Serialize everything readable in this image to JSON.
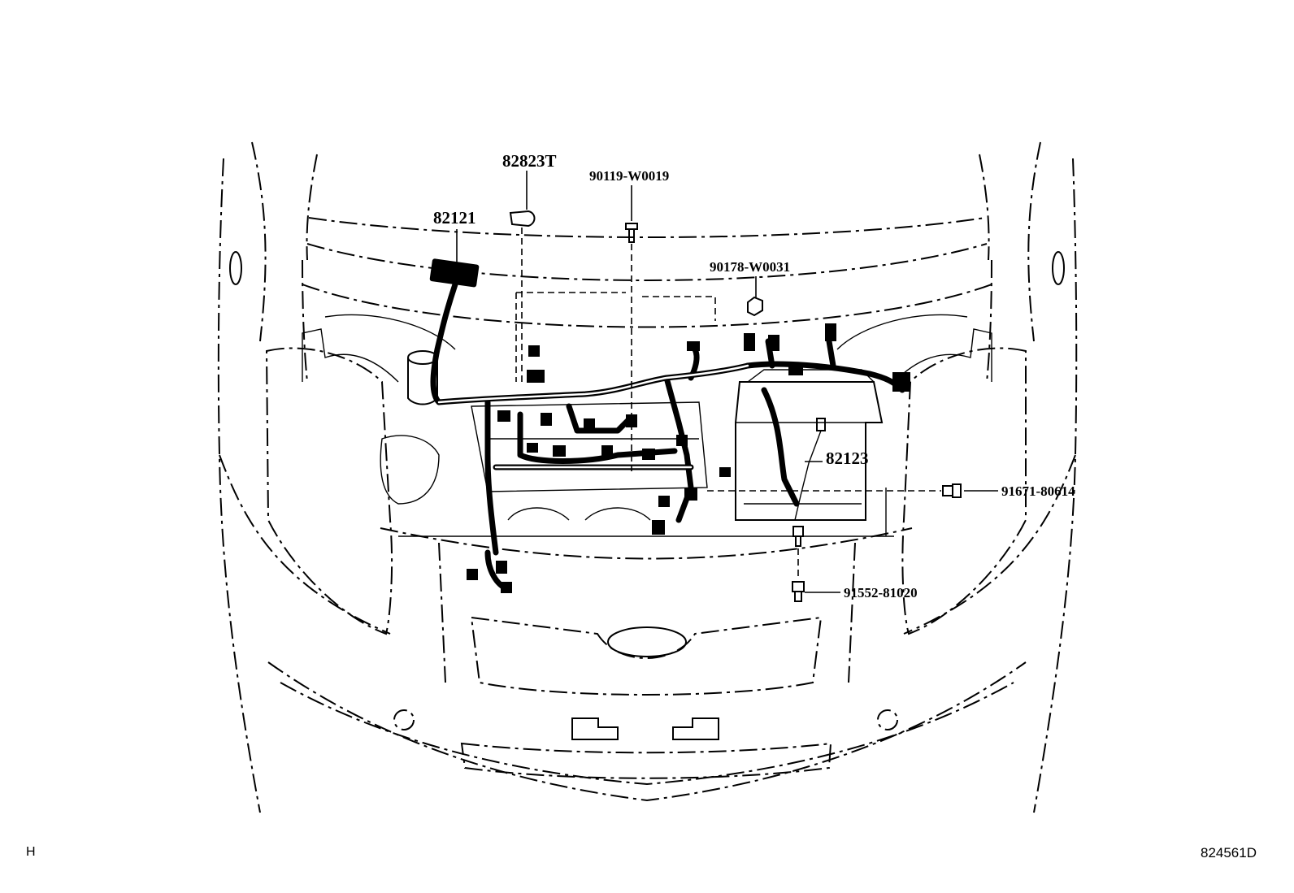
{
  "diagram": {
    "part_labels": {
      "p82823T": "82823T",
      "p90119": "90119-W0019",
      "p82121": "82121",
      "p90178": "90178-W0031",
      "p82123": "82123",
      "p91671": "91671-80614",
      "p91552": "91552-81020"
    },
    "footer": {
      "left_mark": "H",
      "illustration_id": "824561D"
    }
  }
}
